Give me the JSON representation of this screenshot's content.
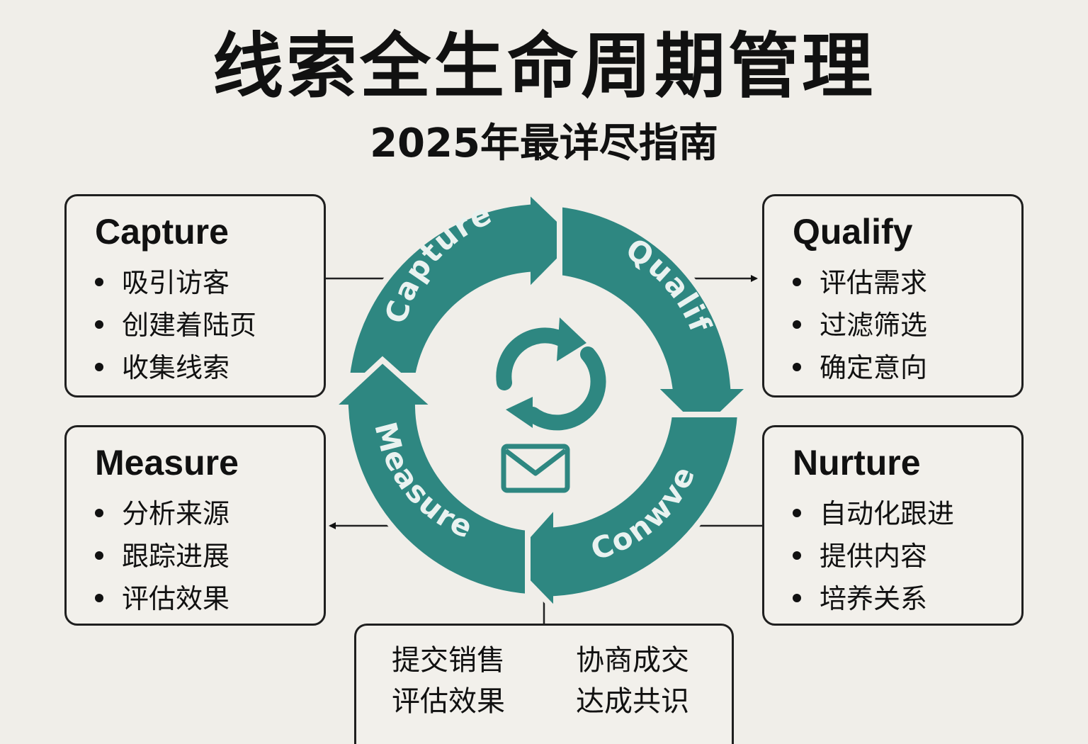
{
  "header": {
    "title": "线索全生命周期管理",
    "subtitle": "2025年最详尽指南"
  },
  "cycle": {
    "stage_labels": [
      "Capture",
      "Qualify",
      "Conwve",
      "Measure"
    ],
    "color": "#2e8781",
    "center_icons": [
      "refresh-icon",
      "envelope-icon"
    ]
  },
  "cards": {
    "capture": {
      "title": "Capture",
      "items": [
        "吸引访客",
        "创建着陆页",
        "收集线索"
      ]
    },
    "qualify": {
      "title": "Qualify",
      "items": [
        "评估需求",
        "过滤筛选",
        "确定意向"
      ]
    },
    "measure": {
      "title": "Measure",
      "items": [
        "分析来源",
        "跟踪进展",
        "评估效果"
      ]
    },
    "nurture": {
      "title": "Nurture",
      "items": [
        "自动化跟进",
        "提供内容",
        "培养关系"
      ]
    },
    "convert": {
      "left": [
        "提交销售",
        "评估效果"
      ],
      "right": [
        "协商成交",
        "达成共识"
      ]
    }
  }
}
